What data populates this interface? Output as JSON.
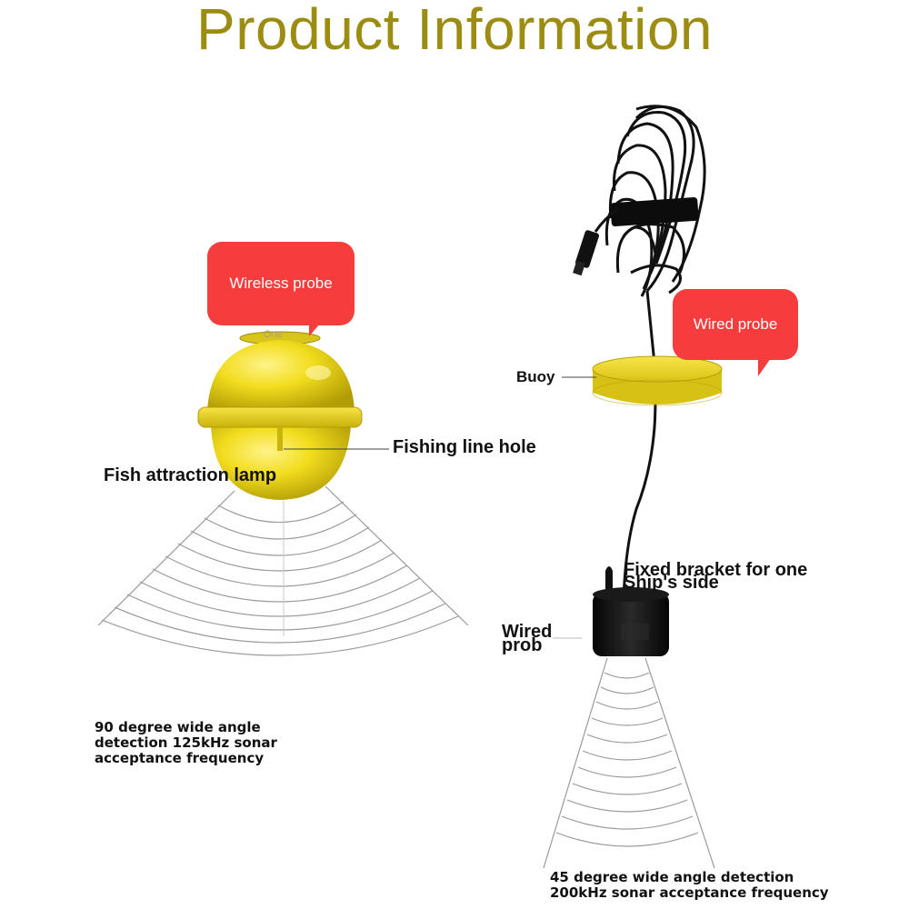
{
  "title": "Product Information",
  "wireless": {
    "bubble": "Wireless probe",
    "top_text": "One",
    "labels": {
      "fishing_line_hole": "Fishing line hole",
      "fish_attraction_lamp": "Fish attraction lamp"
    },
    "detection": [
      "90 degree wide angle",
      "detection 125kHz sonar",
      "acceptance frequency"
    ]
  },
  "wired": {
    "bubble": "Wired probe",
    "labels": {
      "buoy": "Buoy",
      "bracket_line1": "Fixed bracket for one",
      "bracket_line2": "Ship's side",
      "probe_line1": "Wired",
      "probe_line2": "prob"
    },
    "detection": [
      "45 degree wide angle detection",
      "200kHz sonar acceptance frequency"
    ]
  },
  "colors": {
    "title": "#9c8d12",
    "bubble": "#f63c3c",
    "ball": "#f2dd1e",
    "cable": "#111111"
  }
}
